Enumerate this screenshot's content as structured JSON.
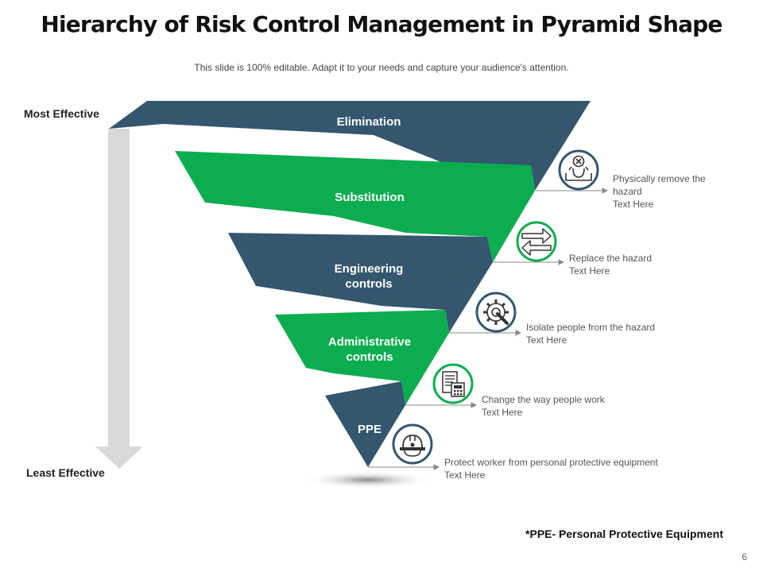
{
  "title": "Hierarchy of Risk Control Management in Pyramid Shape",
  "subtitle": "This slide is 100% editable. Adapt it to your needs and capture your audience's attention.",
  "scale": {
    "top_label": "Most Effective",
    "bottom_label": "Least Effective"
  },
  "colors": {
    "dark": "#34566f",
    "green": "#0bad4f",
    "arrow": "#d9d9d9",
    "connector": "#8a8a8a"
  },
  "levels": [
    {
      "label": [
        "Elimination"
      ],
      "icon": "person-cross-icon",
      "description": [
        "Physically remove  the",
        "hazard",
        "Text Here"
      ]
    },
    {
      "label": [
        "Substitution"
      ],
      "icon": "swap-arrows-icon",
      "description": [
        "Replace the hazard",
        "Text Here"
      ]
    },
    {
      "label": [
        "Engineering",
        "controls"
      ],
      "icon": "gear-wrench-icon",
      "description": [
        "Isolate people from the hazard",
        "Text Here"
      ]
    },
    {
      "label": [
        "Administrative",
        "controls"
      ],
      "icon": "document-calculator-icon",
      "description": [
        "Change  the way people work",
        "Text Here"
      ]
    },
    {
      "label": [
        "PPE"
      ],
      "icon": "hard-hat-icon",
      "description": [
        "Protect worker from personal protective equipment",
        "Text Here"
      ]
    }
  ],
  "footnote": "*PPE- Personal Protective Equipment",
  "page_number": "6"
}
